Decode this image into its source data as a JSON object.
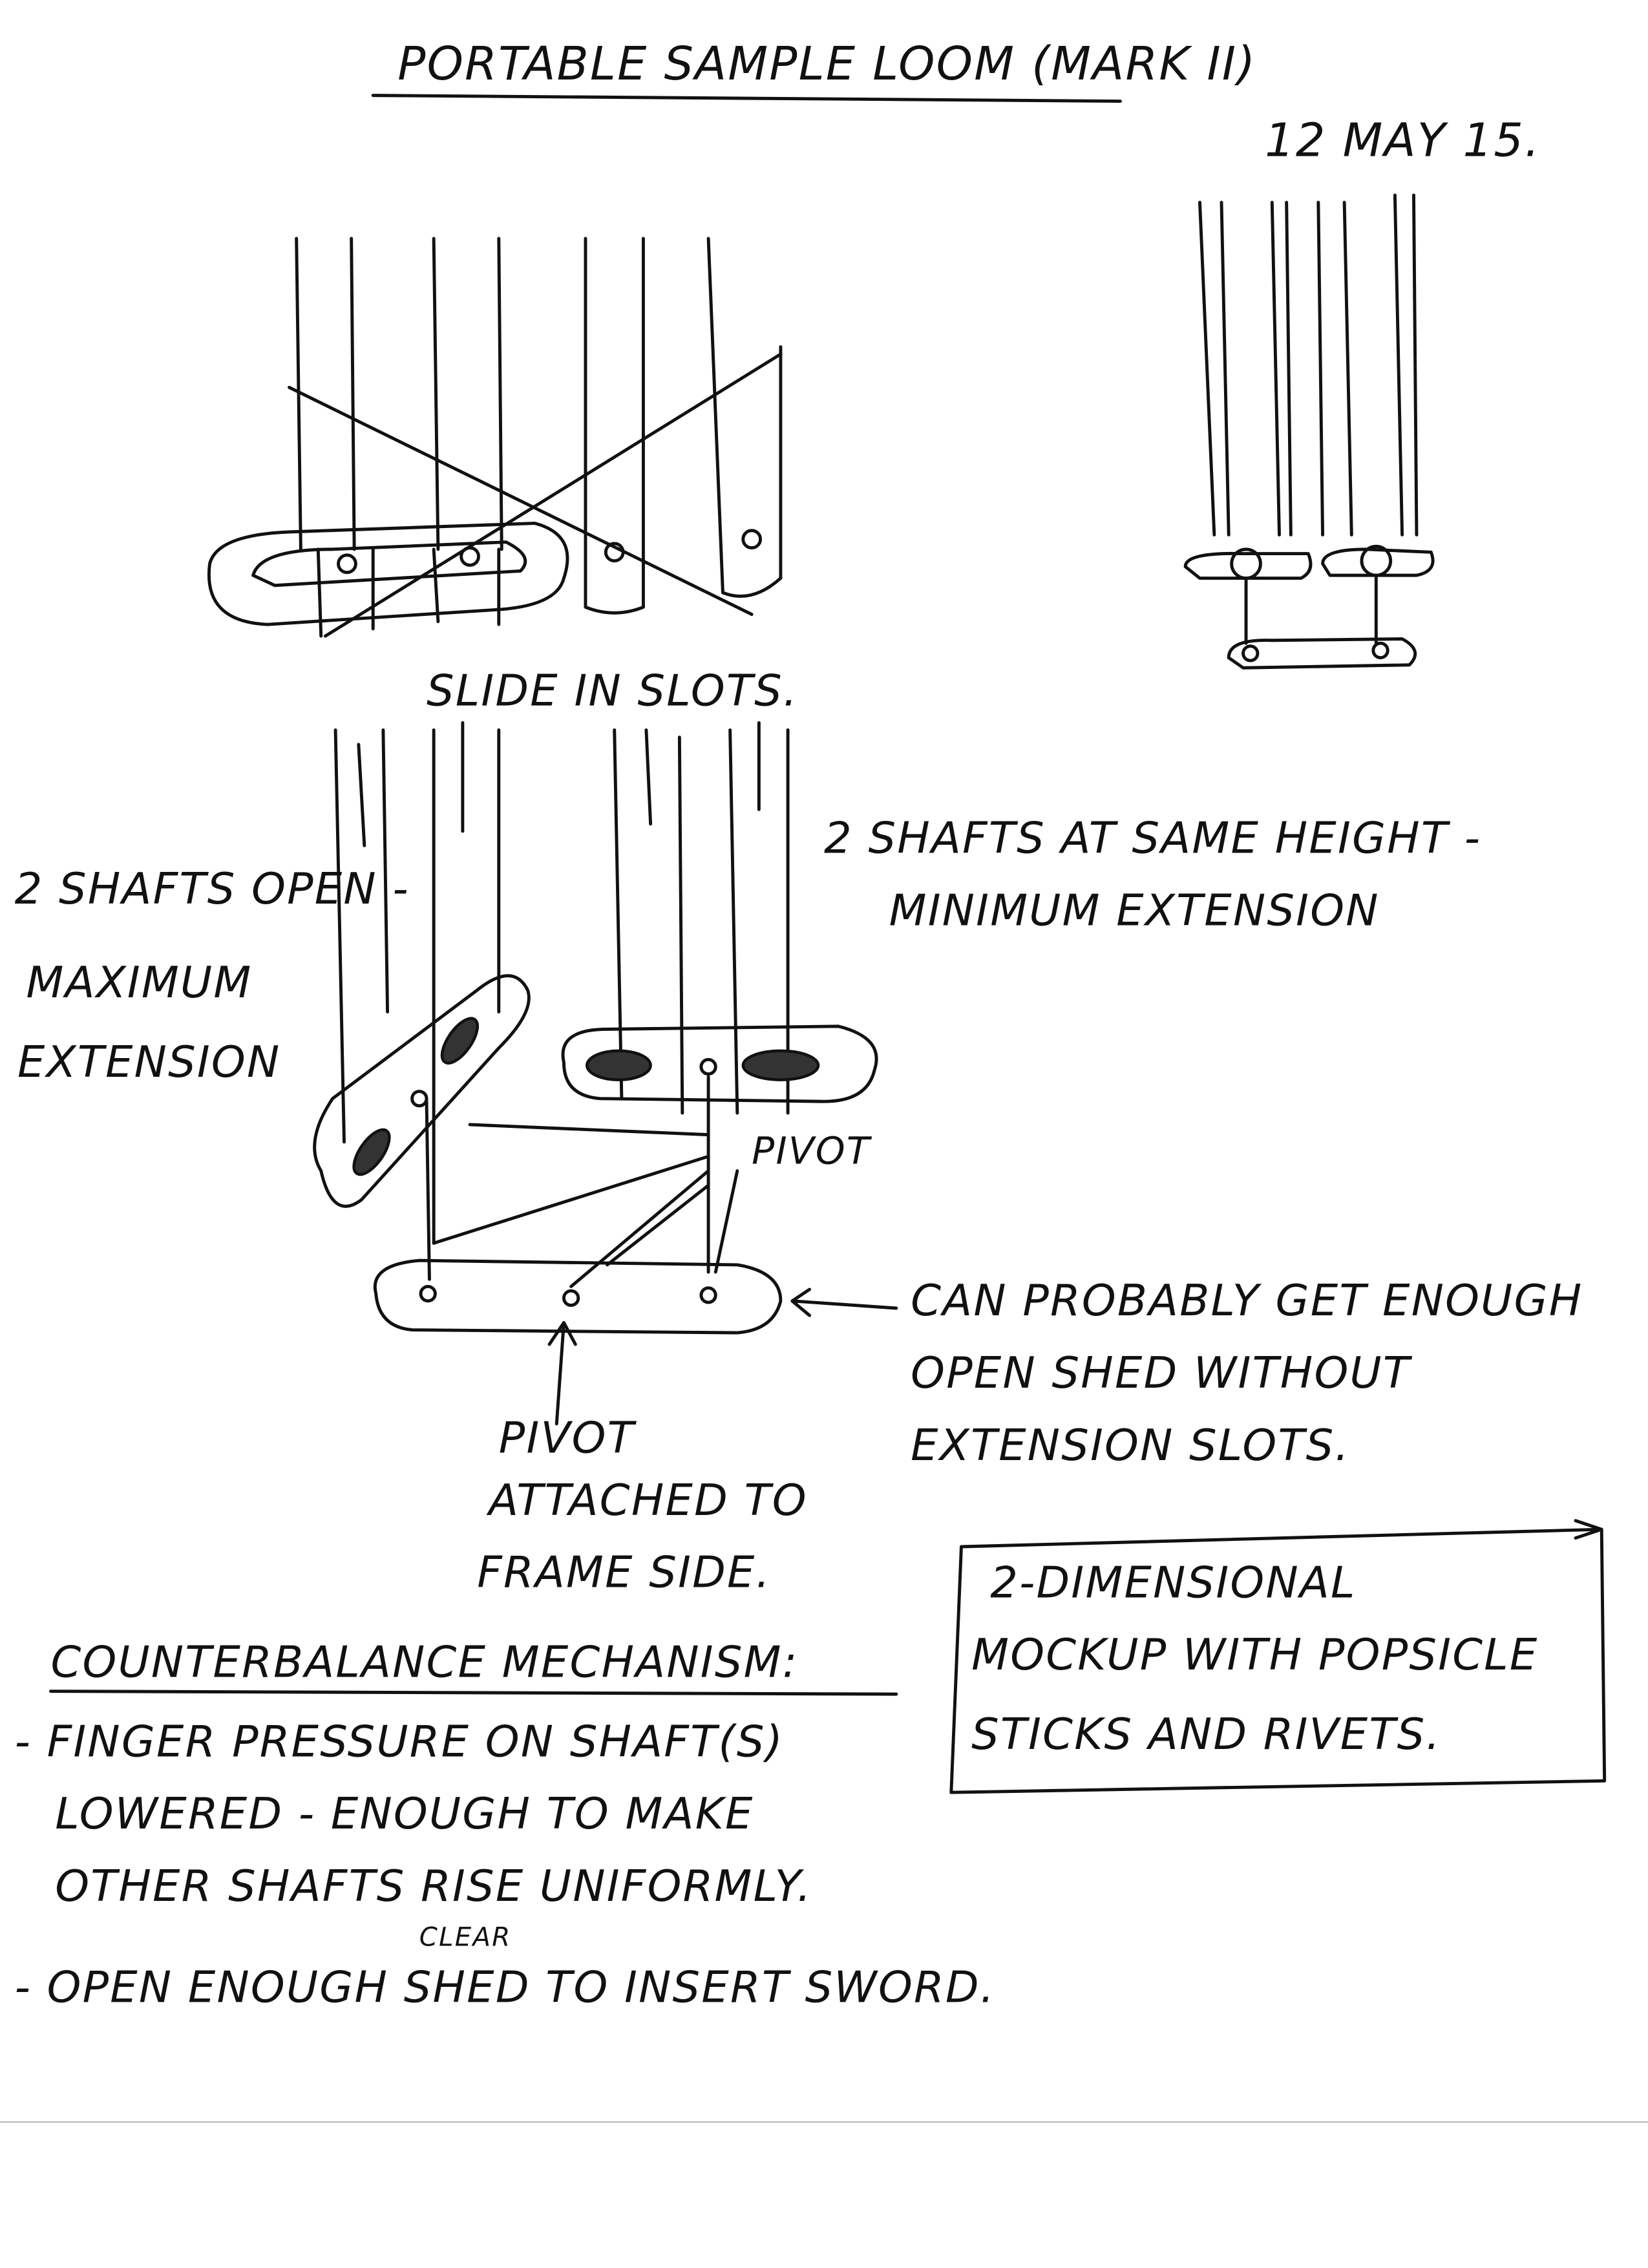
{
  "title": "PORTABLE SAMPLE LOOM (MARK II)",
  "date": "12 MAY 15.",
  "labels": {
    "slide_in_slots": "SLIDE IN SLOTS.",
    "open_line1": "2 SHAFTS OPEN -",
    "open_line2": "MAXIMUM",
    "open_line3": "EXTENSION",
    "same_line1": "2 SHAFTS AT SAME HEIGHT -",
    "same_line2": "MINIMUM EXTENSION",
    "pivot_top": "PIVOT",
    "pivot_bottom": "PIVOT",
    "attached_line1": "ATTACHED TO",
    "attached_line2": "FRAME SIDE.",
    "can_line1": "CAN PROBABLY GET ENOUGH",
    "can_line2": "OPEN SHED WITHOUT",
    "can_line3": "EXTENSION SLOTS."
  },
  "notes": {
    "heading": "COUNTERBALANCE MECHANISM:",
    "line1": "- FINGER PRESSURE ON SHAFT(S)",
    "line2": "LOWERED - ENOUGH TO MAKE",
    "line3": "OTHER SHAFTS RISE UNIFORMLY.",
    "line4": "- OPEN ENOUGH SHED TO INSERT SWORD.",
    "insert_word": "CLEAR"
  },
  "box_note": {
    "line1": "2-DIMENSIONAL",
    "line2": "MOCKUP WITH POPSICLE",
    "line3": "STICKS AND RIVETS."
  }
}
